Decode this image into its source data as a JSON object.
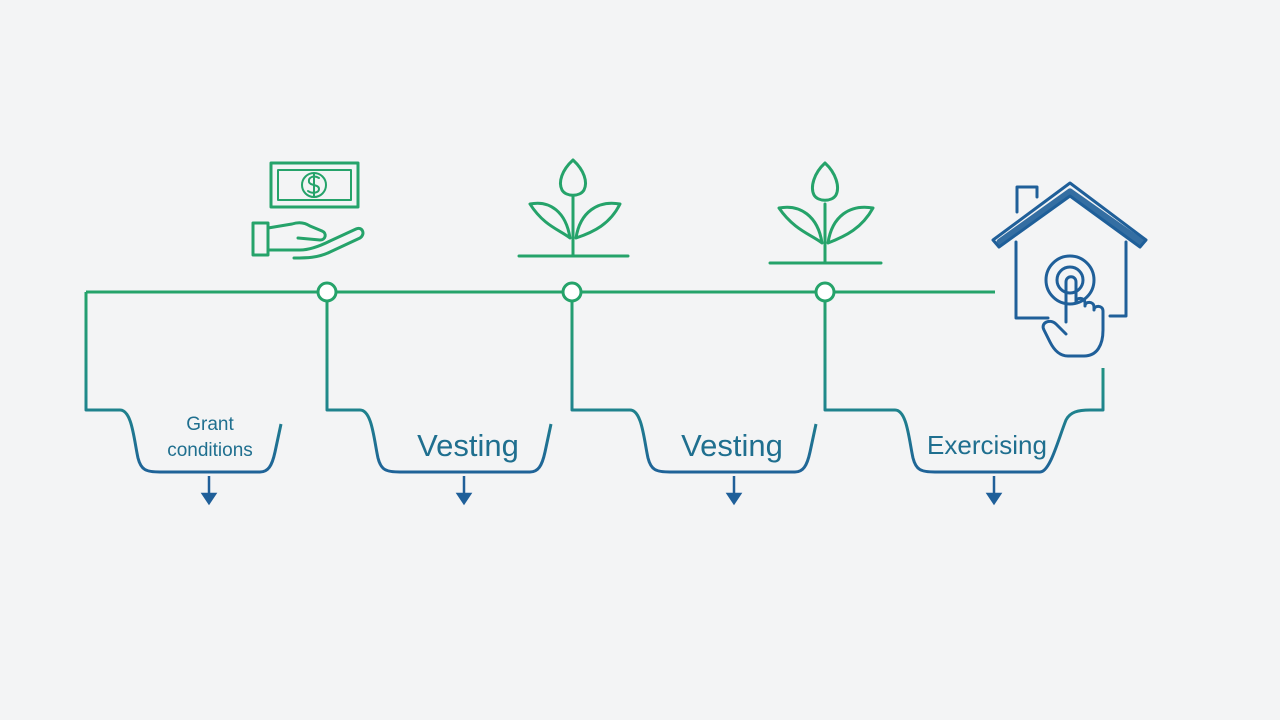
{
  "colors": {
    "background": "#f3f4f5",
    "green": "#25a36a",
    "teal": "#1f8a8a",
    "blue": "#1f5f99"
  },
  "stages": [
    {
      "label_line1": "Grant",
      "label_line2": "conditions",
      "icon": "money-hand-icon"
    },
    {
      "label_line1": "Vesting",
      "label_line2": "",
      "icon": "sprout-icon"
    },
    {
      "label_line1": "Vesting",
      "label_line2": "",
      "icon": "sprout-icon"
    },
    {
      "label_line1": "Exercising",
      "label_line2": "",
      "icon": "house-button-icon"
    }
  ]
}
